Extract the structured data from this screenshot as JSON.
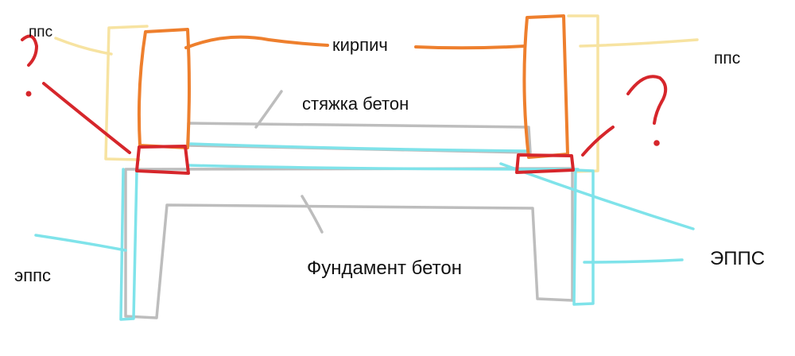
{
  "labels": {
    "pps_left": "ппс",
    "brick": "кирпич",
    "pps_right": "ппс",
    "screed": "стяжка бетон",
    "epps_left": "эппс",
    "foundation": "Фундамент бетон",
    "epps_right": "ЭППС"
  },
  "question_mark": "?",
  "colors": {
    "pps": "#f7e3a1",
    "brick": "#ee7f2d",
    "concrete": "#bdbdbd",
    "epps": "#7fe3ea",
    "question": "#d6262b"
  }
}
